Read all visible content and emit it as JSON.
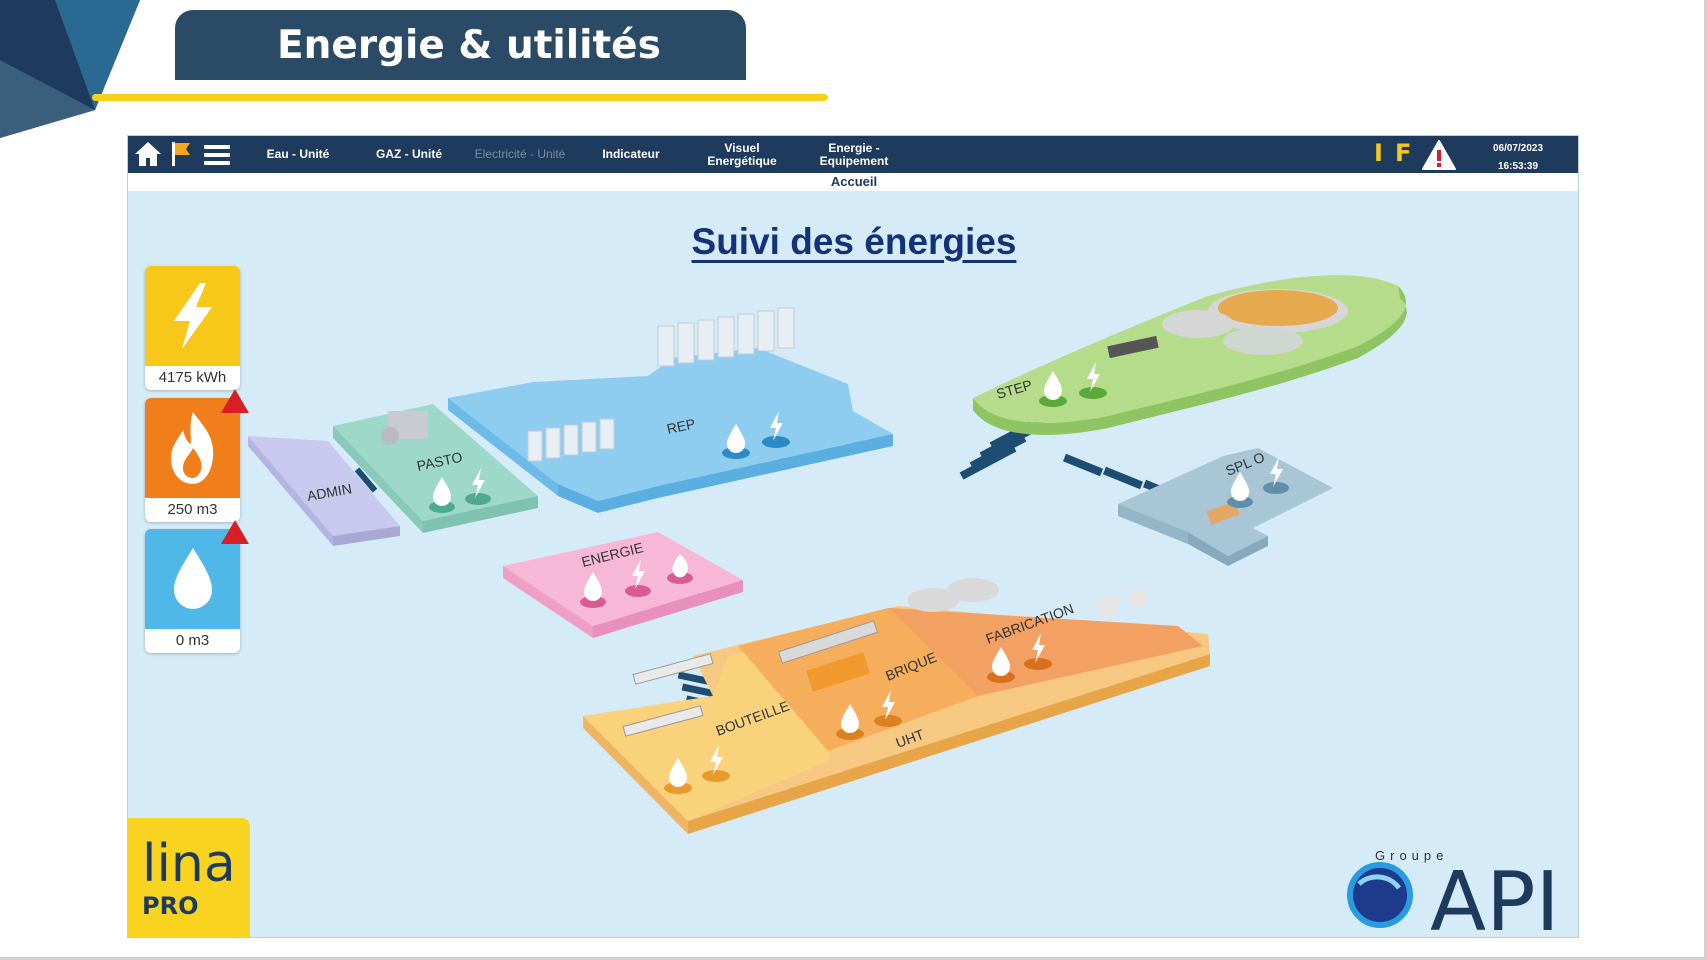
{
  "slide": {
    "title": "Energie & utilités"
  },
  "nav": {
    "menu_items": [
      {
        "label": "Eau - Unité",
        "disabled": false
      },
      {
        "label": "GAZ - Unité",
        "disabled": false
      },
      {
        "label": "Electricité - Unité",
        "disabled": true
      },
      {
        "label": "Indicateur",
        "disabled": false
      },
      {
        "label": "Visuel Energétique",
        "disabled": false
      },
      {
        "label": "Energie - Equipement",
        "disabled": false
      }
    ],
    "status_i": "I",
    "status_f": "F",
    "date": "06/07/2023",
    "time": "16:53:39",
    "breadcrumb": "Accueil",
    "colors": {
      "bar": "#1e3a5c",
      "status": "#f7c81a"
    }
  },
  "page": {
    "heading": "Suivi des énergies"
  },
  "tiles": [
    {
      "icon": "lightning-icon",
      "value": "4175 kWh",
      "color": "#f7c81a",
      "alert": false
    },
    {
      "icon": "flame-icon",
      "value": "250 m3",
      "color": "#f07e1b",
      "alert": true
    },
    {
      "icon": "water-drop-icon",
      "value": "0 m3",
      "color": "#4fb8e8",
      "alert": true
    }
  ],
  "zones": {
    "admin": "ADMIN",
    "pasto": "PASTO",
    "rep": "REP",
    "energie": "ENERGIE",
    "step": "STEP",
    "splo": "SPL O",
    "bouteille": "BOUTEILLE",
    "brique": "BRIQUE",
    "uht": "UHT",
    "fabrication": "FABRICATION"
  },
  "logos": {
    "lina_word": "lina",
    "lina_sub": "PRO",
    "api_groupe": "Groupe",
    "api_word": "API"
  }
}
